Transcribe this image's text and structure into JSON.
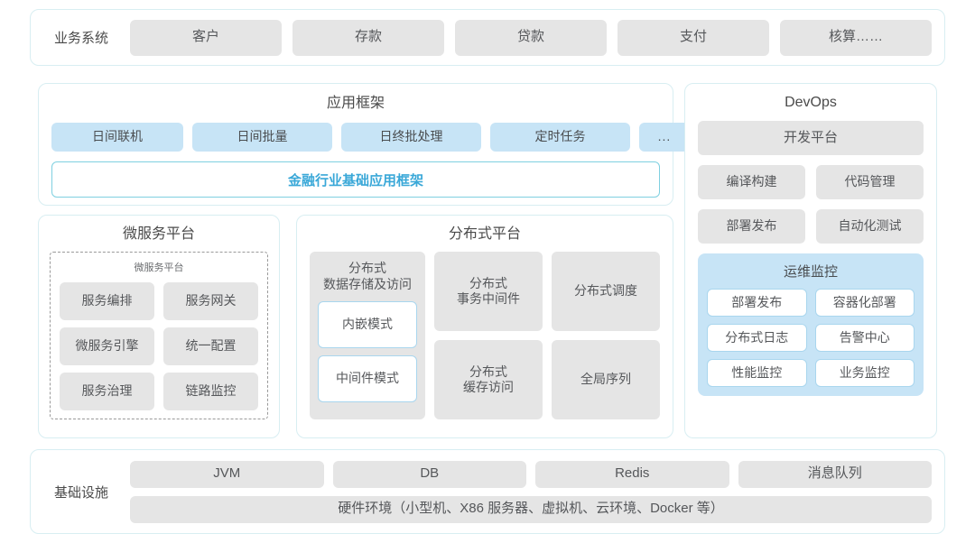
{
  "business_system": {
    "label": "业务系统",
    "items": [
      "客户",
      "存款",
      "贷款",
      "支付",
      "核算……"
    ]
  },
  "app_framework": {
    "title": "应用框架",
    "items": [
      "日间联机",
      "日间批量",
      "日终批处理",
      "定时任务",
      "..."
    ],
    "finance_bar": "金融行业基础应用框架"
  },
  "microservice_platform": {
    "title": "微服务平台",
    "sub_title": "微服务平台",
    "items": [
      "服务编排",
      "服务网关",
      "微服务引擎",
      "统一配置",
      "服务治理",
      "链路监控"
    ]
  },
  "distributed_platform": {
    "title": "分布式平台",
    "column1": {
      "head": "分布式\n数据存储及访问",
      "items": [
        "内嵌模式",
        "中间件模式"
      ]
    },
    "items": [
      "分布式\n事务中间件",
      "分布式调度",
      "分布式\n缓存访问",
      "全局序列"
    ]
  },
  "devops": {
    "title": "DevOps",
    "platform": "开发平台",
    "items": [
      "编译构建",
      "代码管理",
      "部署发布",
      "自动化测试"
    ],
    "ops_monitor": {
      "title": "运维监控",
      "items": [
        "部署发布",
        "容器化部署",
        "分布式日志",
        "告警中心",
        "性能监控",
        "业务监控"
      ]
    }
  },
  "infrastructure": {
    "label": "基础设施",
    "items": [
      "JVM",
      "DB",
      "Redis",
      "消息队列"
    ],
    "hardware": "硬件环境（小型机、X86 服务器、虚拟机、云环境、Docker 等）"
  },
  "colors": {
    "panel_border": "#d8eef2",
    "tile_gray": "#e5e5e5",
    "tile_blue": "#c7e4f6",
    "accent_cyan": "#3aa8d8",
    "text": "#55575a"
  }
}
